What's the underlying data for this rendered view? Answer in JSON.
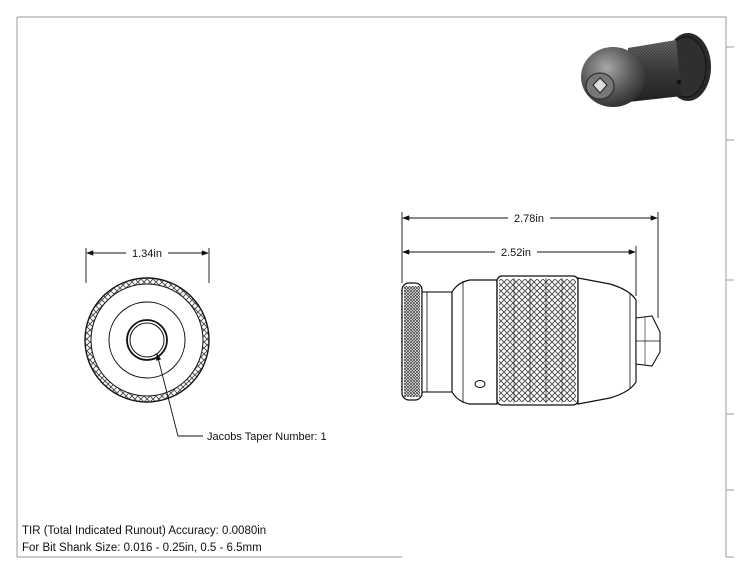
{
  "dimensions": {
    "front_diameter": "1.34in",
    "overall_length": "2.78in",
    "body_length": "2.52in"
  },
  "callout": {
    "taper": "Jacobs Taper Number: 1"
  },
  "notes": {
    "tir": "TIR (Total Indicated Runout) Accuracy: 0.0080in",
    "shank": "For Bit Shank Size: 0.016 - 0.25in, 0.5 - 6.5mm"
  }
}
